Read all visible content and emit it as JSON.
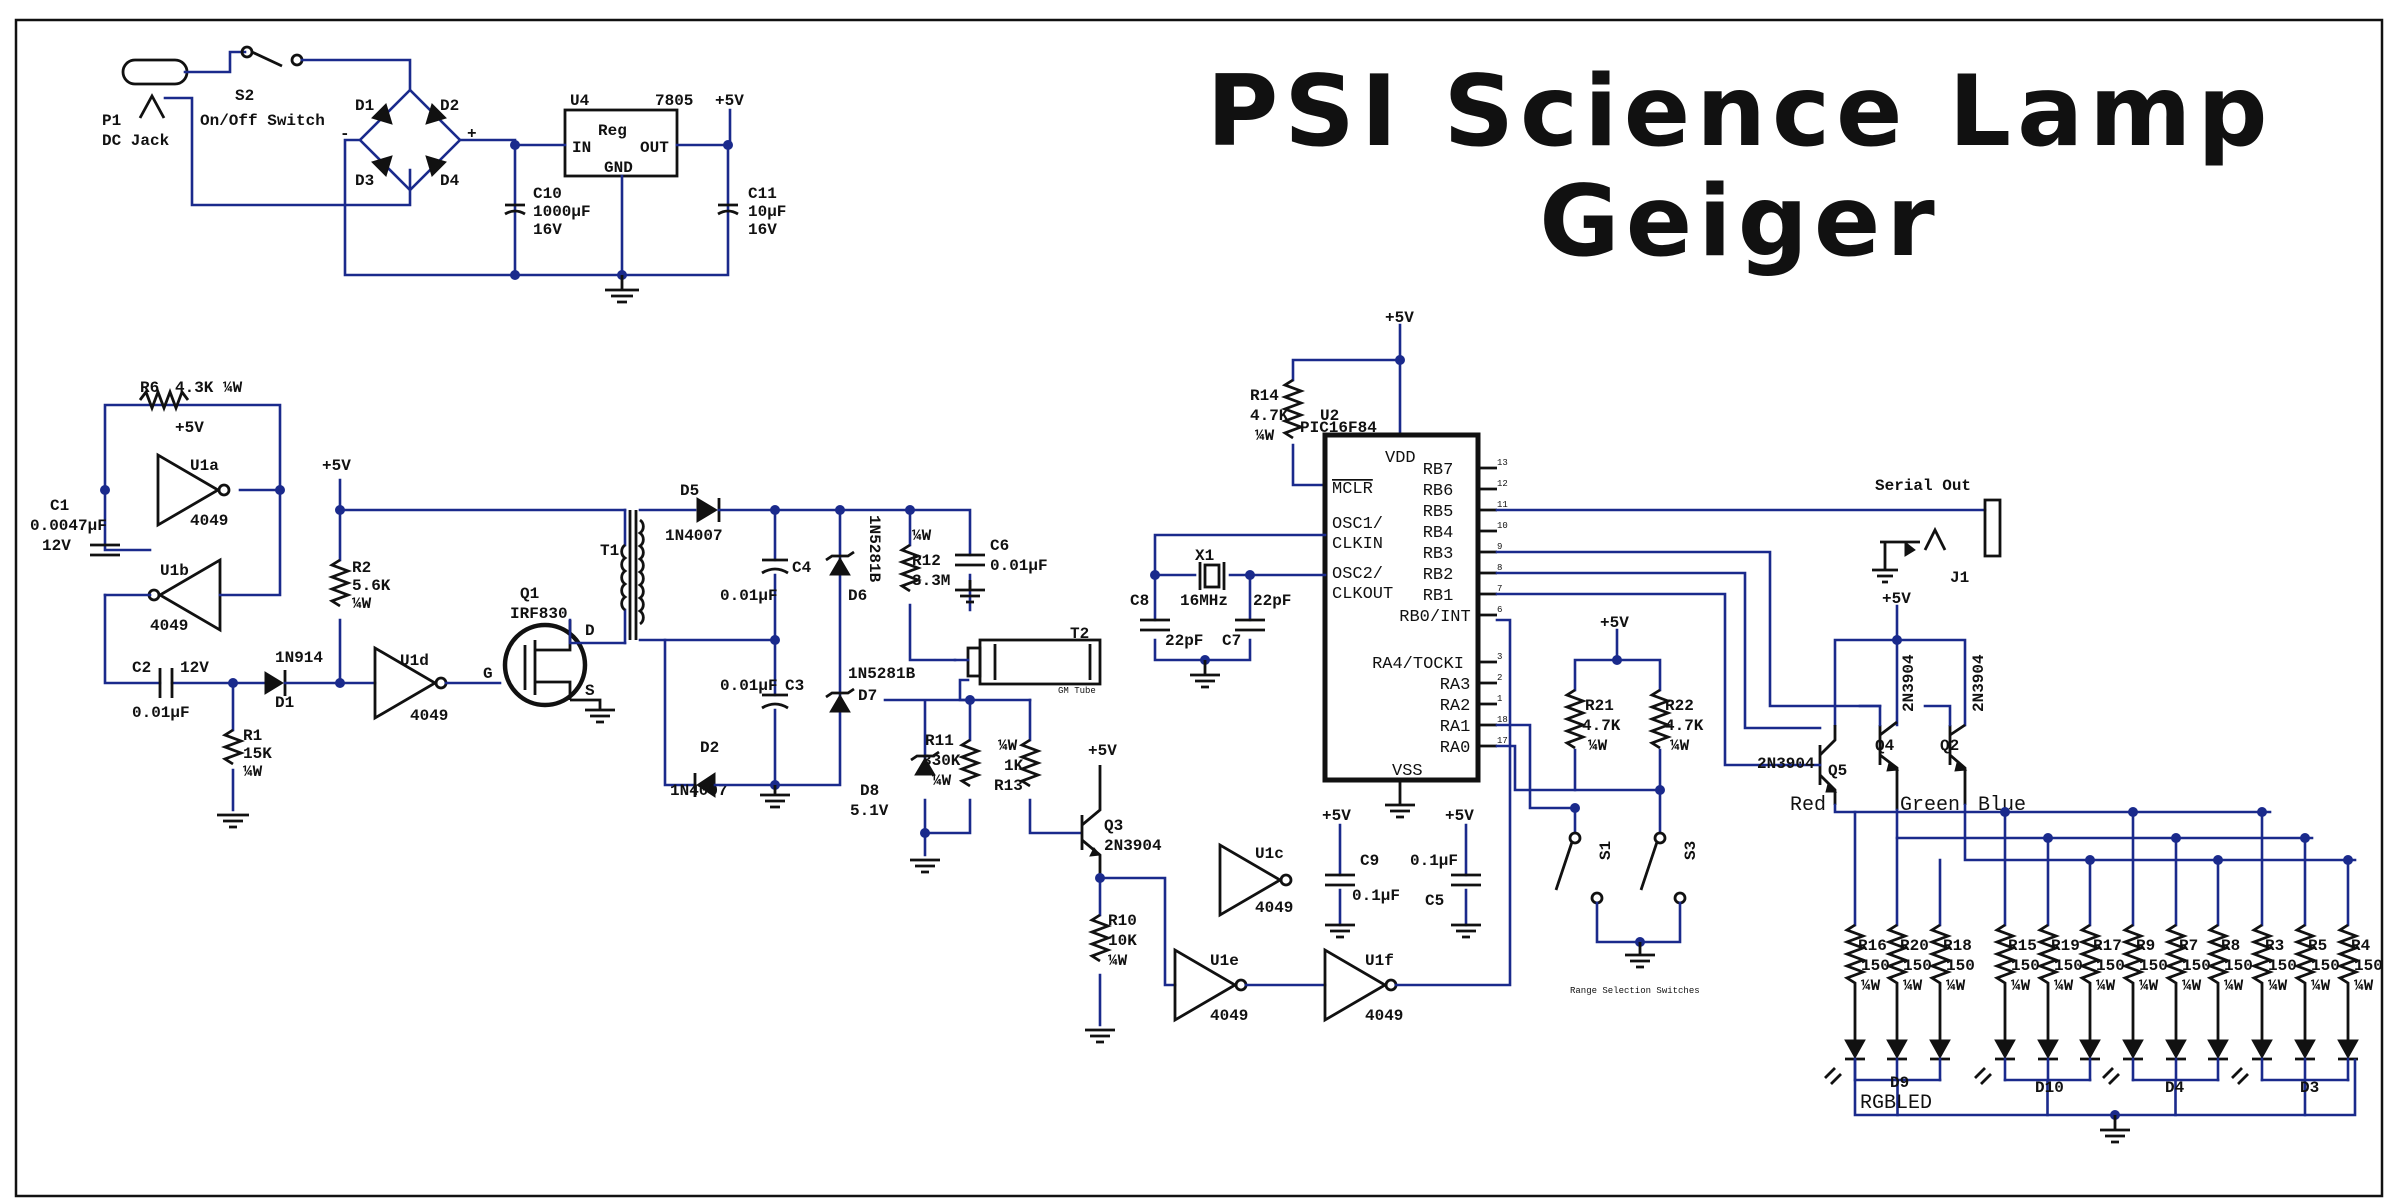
{
  "title": {
    "line1": "PSI Science Lamp",
    "line2": "Geiger"
  },
  "power": {
    "p1": "P1",
    "dc_jack": "DC Jack",
    "s2": "S2",
    "switch_label": "On/Off Switch",
    "d1": "D1",
    "d2": "D2",
    "d3": "D3",
    "d4": "D4",
    "plus": "+",
    "minus": "-",
    "u4": "U4",
    "reg_part": "7805",
    "reg_name": "Reg",
    "reg_in": "IN",
    "reg_out": "OUT",
    "reg_gnd": "GND",
    "vcc": "+5V",
    "c10": [
      "C10",
      "1000µF",
      "16V"
    ],
    "c11": [
      "C11",
      "10µF",
      "16V"
    ]
  },
  "hv": {
    "r6": "R6",
    "r6_val": "4.3K ¼W",
    "vcc": "+5V",
    "u1a": "U1a",
    "u1b": "U1b",
    "u1d": "U1d",
    "ic4049": "4049",
    "c1": [
      "C1",
      "0.0047µF",
      "12V"
    ],
    "c2": "C2",
    "c2_val": "0.01µF",
    "c2_v": "12V",
    "r1": [
      "R1",
      "15K",
      "¼W"
    ],
    "d1": "D1",
    "d1_part": "1N914",
    "r2": [
      "R2",
      "5.6K",
      "¼W"
    ],
    "q1": "Q1",
    "q1_part": "IRF830",
    "g": "G",
    "d": "D",
    "s": "S",
    "t1": "T1",
    "d5": "D5",
    "d5_part": "1N4007",
    "d2": "D2",
    "d2_part": "1N4007",
    "c4": "C4",
    "c4_val": "0.01µF",
    "c3": "C3",
    "c3_val": "0.01µF",
    "d6": "D6",
    "d6_part": "1N5281B",
    "d7": "D7",
    "d7_part": "1N5281B",
    "r12": [
      "¼W",
      "R12",
      "3.3M"
    ],
    "c6": "C6",
    "c6_val": "0.01µF",
    "t2": "T2",
    "gm": "GM Tube",
    "d8": [
      "D8",
      "5.1V"
    ],
    "r11": [
      "R11",
      "330K",
      "¼W"
    ],
    "r13": [
      "¼W",
      "1K",
      "R13"
    ],
    "q3": [
      "Q3",
      "2N3904"
    ],
    "r10": [
      "R10",
      "10K",
      "¼W"
    ],
    "u1c": "U1c",
    "u1e": "U1e",
    "u1f": "U1f",
    "c9": [
      "C9",
      "0.1µF"
    ],
    "c5": [
      "0.1µF",
      "C5"
    ]
  },
  "mcu": {
    "vcc": "+5V",
    "r14": [
      "R14",
      "4.7K",
      "¼W"
    ],
    "u2": "U2",
    "u2_part": "PIC16F84",
    "vdd": "VDD",
    "vss": "VSS",
    "mclr": "MCLR",
    "osc1": [
      "OSC1/",
      "CLKIN"
    ],
    "osc2": [
      "OSC2/",
      "CLKOUT"
    ],
    "right_pins": [
      "RB7",
      "RB6",
      "RB5",
      "RB4",
      "RB3",
      "RB2",
      "RB1",
      "RB0/INT"
    ],
    "right_nums": [
      "13",
      "12",
      "11",
      "10",
      "9",
      "8",
      "7",
      "6"
    ],
    "ra_pins": [
      "RA4/TOCKI",
      "RA3",
      "RA2",
      "RA1",
      "RA0"
    ],
    "ra_nums": [
      "3",
      "2",
      "1",
      "18",
      "17"
    ],
    "x1": "X1",
    "x1_val": "16MHz",
    "c8": [
      "C8",
      "22pF"
    ],
    "c7": [
      "22pF",
      "C7"
    ],
    "r21": [
      "R21",
      "4.7K",
      "¼W"
    ],
    "r22": [
      "R22",
      "4.7K",
      "¼W"
    ],
    "s1": "S1",
    "s3": "S3",
    "range": "Range Selection Switches",
    "serial": "Serial Out",
    "j1": "J1"
  },
  "leds": {
    "vcc": "+5V",
    "q5": "Q5",
    "q4": "Q4",
    "q2": "Q2",
    "part": "2N3904",
    "red": "Red",
    "green": "Green",
    "blue": "Blue",
    "resistors": [
      "R16",
      "R20",
      "R18",
      "R15",
      "R19",
      "R17",
      "R9",
      "R7",
      "R8",
      "R3",
      "R5",
      "R4"
    ],
    "value": "150",
    "watt": "¼W",
    "d9": "D9",
    "rgbled": "RGBLED",
    "d10": "D10",
    "d4": "D4",
    "d3": "D3"
  }
}
